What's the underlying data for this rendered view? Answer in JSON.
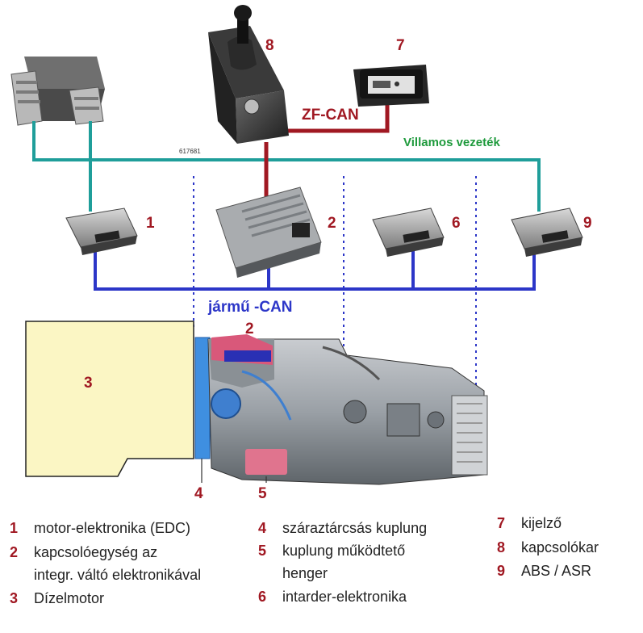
{
  "colors": {
    "component_number": "#a01822",
    "zf_can": "#a01822",
    "vehicle_can": "#2c36c8",
    "electric_wire": "#1f9e9a",
    "villamos_text": "#1e9a3c",
    "engine_fill": "#fbf6c4"
  },
  "labels": {
    "zf_can": "ZF-CAN",
    "villamos": "Villamos vezeték",
    "jarmu_can": "jármű -CAN",
    "part_code": "617681"
  },
  "numbers": {
    "n1": "1",
    "n2": "2",
    "n3": "3",
    "n4": "4",
    "n5": "5",
    "n6": "6",
    "n7": "7",
    "n8": "8",
    "n9": "9",
    "n2b": "2"
  },
  "legend": {
    "col1": [
      {
        "num": "1",
        "text": "motor-elektronika (EDC)"
      },
      {
        "num": "2",
        "text": "kapcsolóegység az"
      },
      {
        "num": "",
        "text": "integr. váltó elektronikával"
      },
      {
        "num": "3",
        "text": "Dízelmotor"
      }
    ],
    "col2": [
      {
        "num": "4",
        "text": "száraztárcsás kuplung"
      },
      {
        "num": "5",
        "text": "kuplung működtető"
      },
      {
        "num": "",
        "text": "henger"
      },
      {
        "num": "6",
        "text": "intarder-elektronika"
      }
    ],
    "col3": [
      {
        "num": "7",
        "text": "kijelző"
      },
      {
        "num": "8",
        "text": "kapcsolókar"
      },
      {
        "num": "9",
        "text": "ABS / ASR"
      }
    ]
  }
}
